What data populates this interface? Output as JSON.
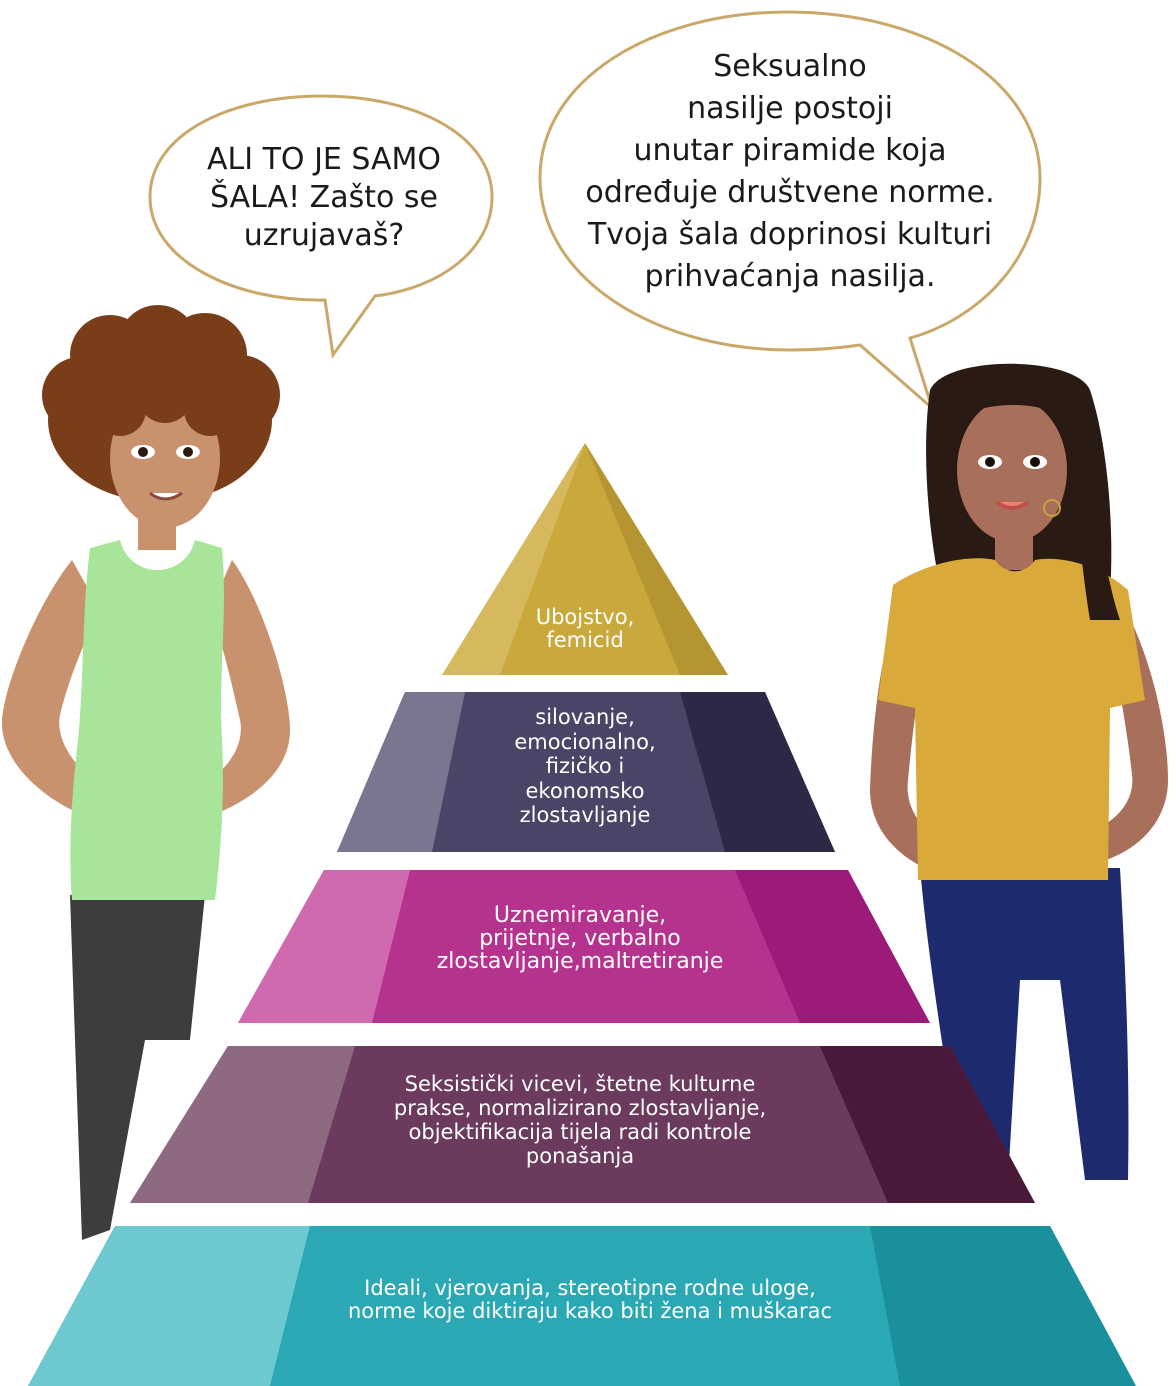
{
  "speech": {
    "left_lines": [
      "ALI TO JE SAMO",
      "ŠALA! Zašto se",
      "uzrujavaš?"
    ],
    "right_lines": [
      "Seksualno",
      "nasilje postoji",
      "unutar piramide koja",
      "određuje društvene norme.",
      "Tvoja šala doprinosi kulturi",
      "prihvaćanja nasilja."
    ]
  },
  "pyramid": {
    "tiers": [
      {
        "lines": [
          "Ubojstvo,",
          "femicid"
        ],
        "color": "#c9a83c"
      },
      {
        "lines": [
          "silovanje,",
          "emocionalno,",
          "fizičko i",
          "ekonomsko",
          "zlostavljanje"
        ],
        "color": "#4a4566"
      },
      {
        "lines": [
          "Uznemiravanje,",
          "prijetnje, verbalno",
          "zlostavljanje,maltretiranje"
        ],
        "color": "#b5338f"
      },
      {
        "lines": [
          "Seksistički vicevi, štetne kulturne",
          "prakse, normalizirano zlostavljanje,",
          "objektifikacija tijela radi kontrole",
          "ponašanja"
        ],
        "color": "#6b3a5c"
      },
      {
        "lines": [
          "Ideali, vjerovanja, stereotipne rodne uloge,",
          "norme koje diktiraju kako biti žena i muškarac"
        ],
        "color": "#2aa8b4"
      }
    ]
  },
  "colors": {
    "bubble_border": "#c9a86a",
    "left_shirt": "#a8e59a",
    "left_pants": "#3d3d3d",
    "left_hair": "#7a3d1a",
    "right_shirt": "#d9a93a",
    "right_pants": "#1e2a6e",
    "right_hair": "#2a1a14",
    "skin_left": "#c8926e",
    "skin_right": "#a8705a"
  },
  "icons": [
    "speech-bubble",
    "person-left",
    "person-right"
  ]
}
